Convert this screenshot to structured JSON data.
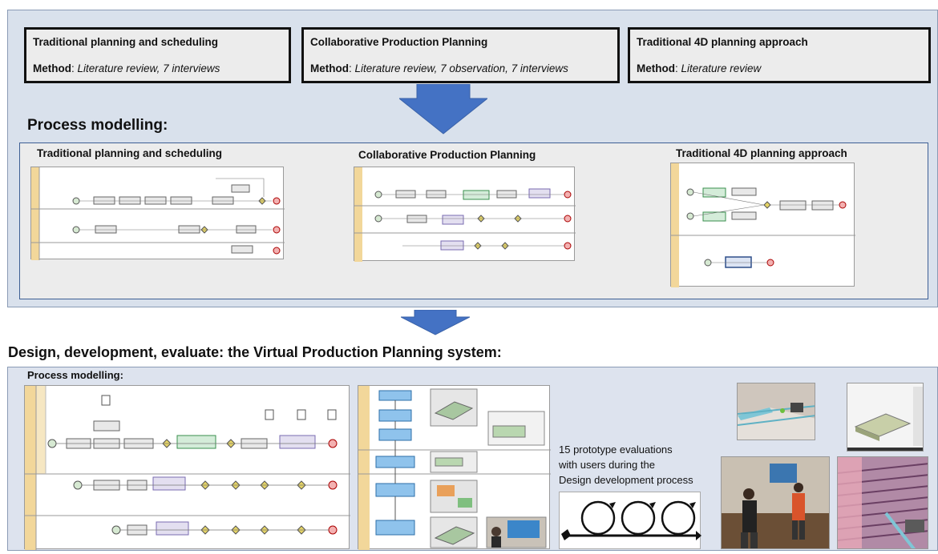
{
  "methods": [
    {
      "title": "Traditional planning and scheduling",
      "label": "Method",
      "value": "Literature  review, 7 interviews"
    },
    {
      "title": "Collaborative Production Planning",
      "label": "Method",
      "value": "Literature  review, 7 observation, 7 interviews"
    },
    {
      "title": "Traditional 4D planning approach",
      "label": "Method",
      "value": "Literature  review"
    }
  ],
  "process_modelling_title": "Process modelling:",
  "process_models": [
    {
      "title": "Traditional planning and scheduling"
    },
    {
      "title": "Collaborative Production Planning"
    },
    {
      "title": "Traditional 4D planning approach"
    }
  ],
  "design_title": "Design, development, evaluate: the Virtual Production Planning system:",
  "bottom": {
    "process_modelling_label": "Process modelling:",
    "prototype_text": [
      "15 prototype evaluations",
      "with users during the",
      "Design development process"
    ]
  },
  "colors": {
    "panel_bg": "#d9e1ec",
    "arrow": "#4472c4",
    "lane": "#f2d79a",
    "gateway": "#e5d466",
    "task_highlight": "#8fd19e"
  }
}
